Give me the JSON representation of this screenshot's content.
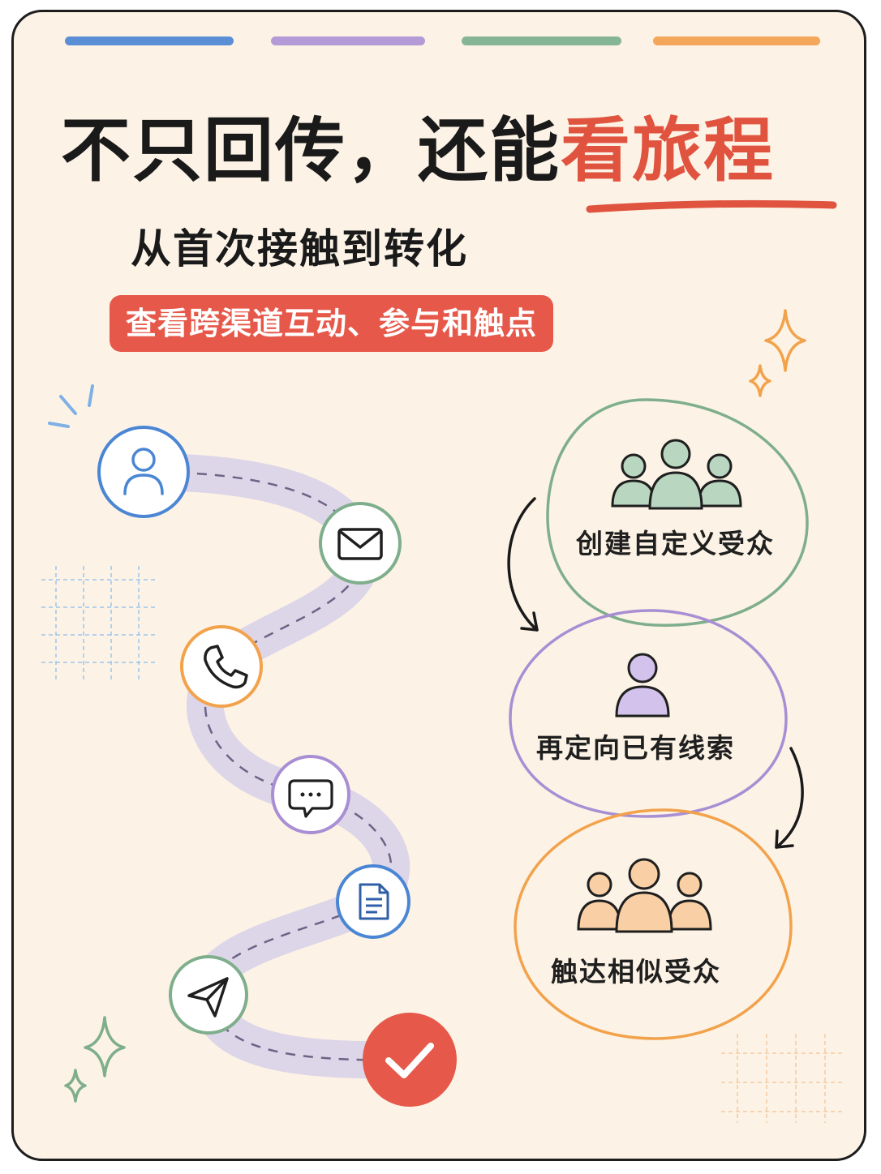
{
  "header": {
    "title_main": "不只回传，还能",
    "title_highlight": "看旅程",
    "subtitle": "从首次接触到转化",
    "tag": "查看跨渠道互动、参与和触点"
  },
  "colors": {
    "background": "#fcf3e6",
    "accent_red": "#e6584a",
    "blue": "#4a86d4",
    "purple": "#a98ed4",
    "green": "#7fae8c",
    "orange": "#f3a24c",
    "path": "#ddd5e8"
  },
  "journey": {
    "steps": [
      {
        "icon": "user-icon"
      },
      {
        "icon": "mail-icon"
      },
      {
        "icon": "phone-icon"
      },
      {
        "icon": "chat-icon"
      },
      {
        "icon": "document-icon"
      },
      {
        "icon": "send-icon"
      },
      {
        "icon": "check-icon"
      }
    ]
  },
  "audiences": [
    {
      "label": "创建自定义受众",
      "icon": "group-icon"
    },
    {
      "label": "再定向已有线索",
      "icon": "person-icon"
    },
    {
      "label": "触达相似受众",
      "icon": "group-icon"
    }
  ]
}
